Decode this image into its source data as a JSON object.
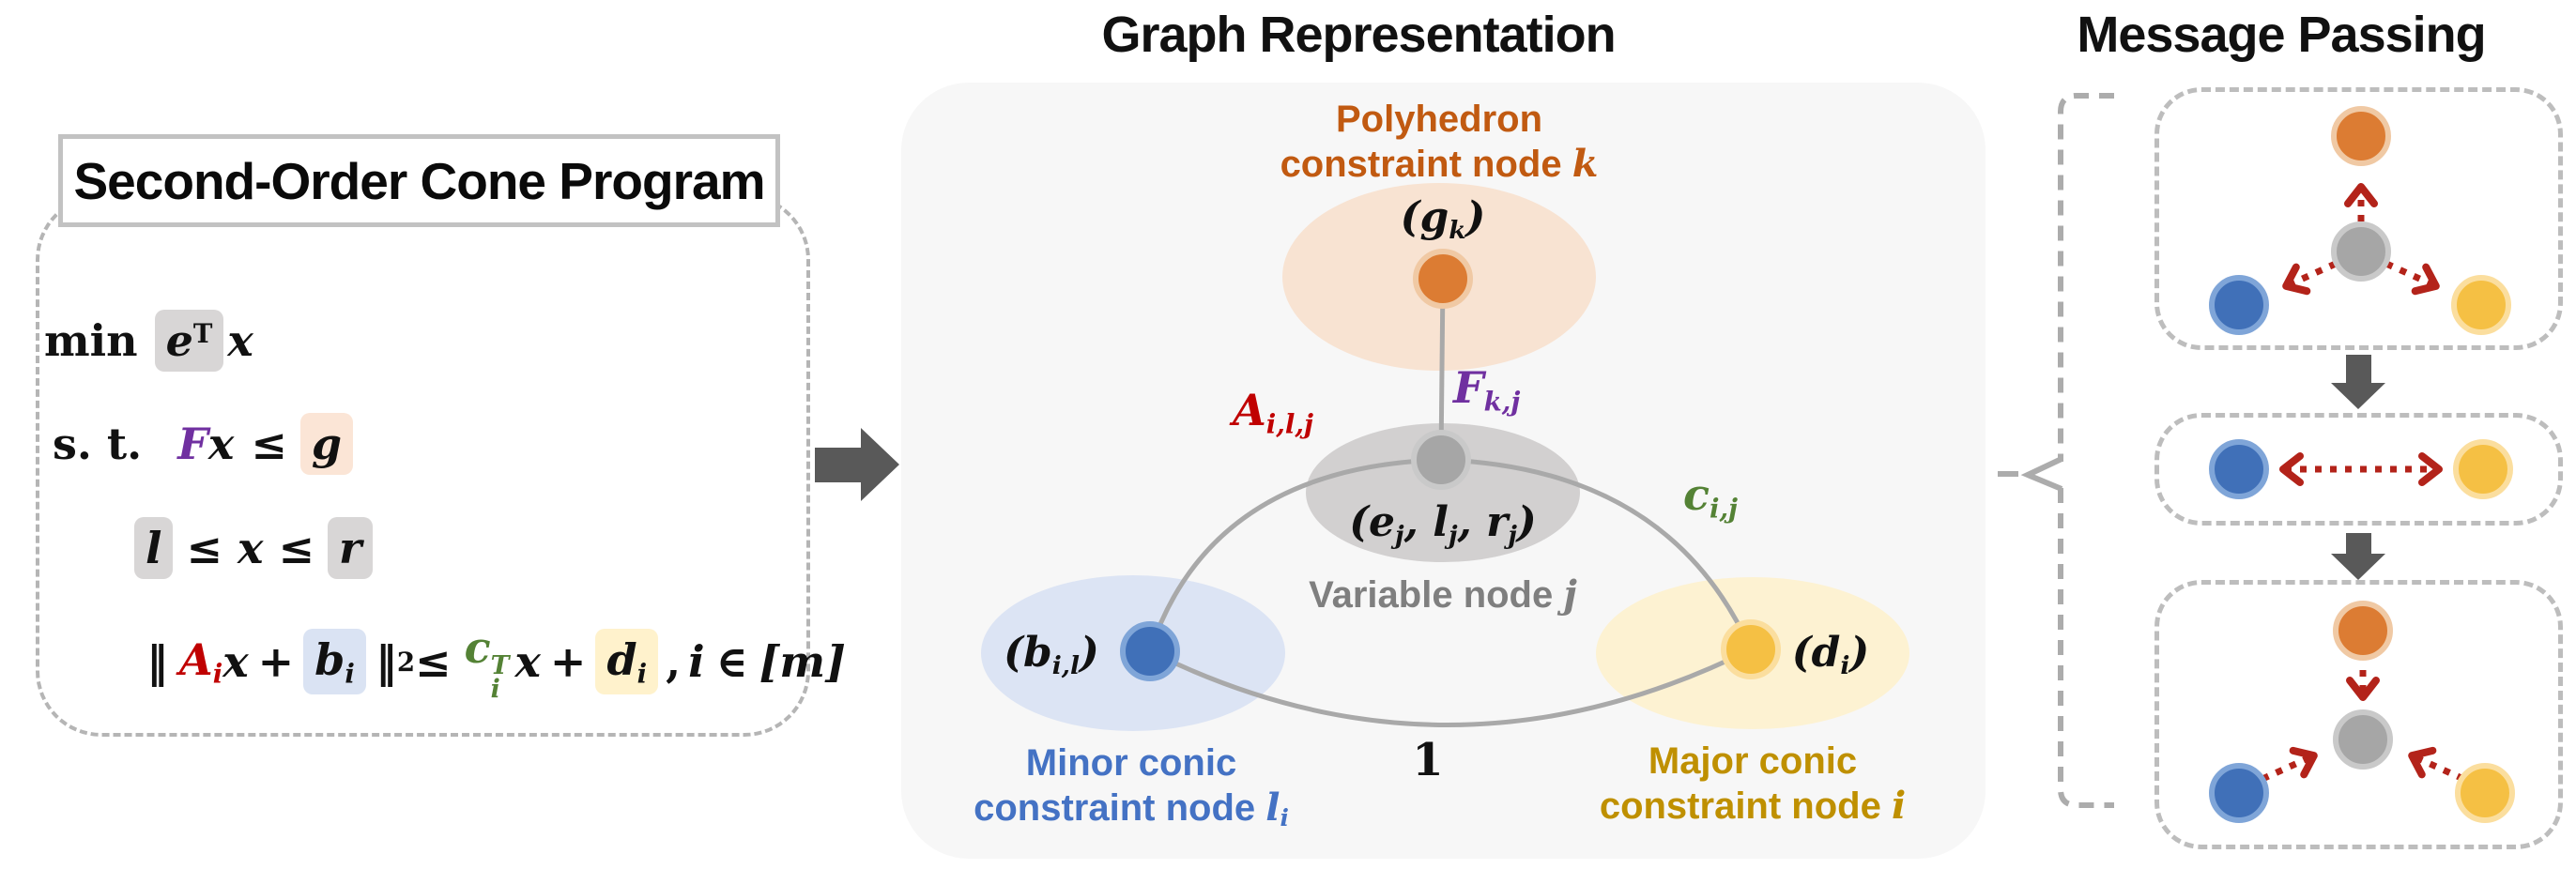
{
  "palette": {
    "orange_node": "#DC7C33",
    "orange_ring": "#F0C9A4",
    "orange_ellipse": "#F8E3D2",
    "orange_text": "#C15A11",
    "gray_node": "#A6A6A6",
    "gray_ring": "#C9C9C9",
    "gray_ellipse": "#D2D0D0",
    "gray_text": "#7F7F7F",
    "blue_node": "#4070B8",
    "blue_ring": "#7FA5D8",
    "blue_ellipse": "#DCE4F4",
    "blue_text": "#4472C4",
    "yellow_node": "#F5C044",
    "yellow_ring": "#FBDE9E",
    "yellow_ellipse": "#FDF2D2",
    "yellow_text": "#BF9000",
    "red_arrow": "#B3231A",
    "dark_arrow": "#595959",
    "edge_gray": "#A9A9A9",
    "dash_gray": "#B5B5B5",
    "purple": "#7030A0",
    "dark_red": "#C00000",
    "green": "#548235",
    "panel_bg": "#F7F7F7",
    "hl_gray": "#D8D6D6",
    "hl_peach": "#FBE5D6",
    "hl_blue": "#DAE3F3",
    "hl_yellow": "#FFF2CC"
  },
  "socp": {
    "title": "Second-Order Cone Program",
    "obj": {
      "min": "min",
      "e": "e",
      "T": "T",
      "x": "x"
    },
    "c1": {
      "st": "s. t.",
      "F": "F",
      "x": "x",
      "le": "≤",
      "g": "g"
    },
    "c2": {
      "l": "l",
      "le1": "≤",
      "x": "x",
      "le2": "≤",
      "r": "r"
    },
    "c3": {
      "bar1": "‖",
      "A": "A",
      "Ai": "i",
      "x1": "x",
      "plus1": "+",
      "b": "b",
      "bi": "i",
      "bar2": "‖",
      "two": "2",
      "le": "≤",
      "c": "c",
      "cT": "T",
      "ci": "i",
      "x2": "x",
      "plus2": "+",
      "d": "d",
      "di": "i",
      "comma": ",",
      "i": "i",
      "elem": "∈",
      "m": "[m]"
    }
  },
  "graph": {
    "title": "Graph Representation",
    "polyhedron": {
      "line1": "Polyhedron",
      "line2": "constraint node",
      "var": "k",
      "feat_open": "(g",
      "feat_sub": "k",
      "feat_close": ")"
    },
    "variable": {
      "label": "Variable node",
      "var": "j",
      "feat": [
        "(e",
        "j",
        ", l",
        "j",
        ", r",
        "j",
        ")"
      ]
    },
    "minor": {
      "line1": "Minor conic",
      "line2": "constraint node",
      "var": "l",
      "var_sub": "i",
      "feat_open": "(b",
      "feat_sub": "i,l",
      "feat_close": ")"
    },
    "major": {
      "line1": "Major conic",
      "line2": "constraint node",
      "var": "i",
      "feat_open": "(d",
      "feat_sub": "i",
      "feat_close": ")"
    },
    "edges": {
      "F": "F",
      "F_sub": "k,j",
      "A": "A",
      "A_sub": "i,l,j",
      "c": "c",
      "c_sub": "i,j",
      "one": "1"
    }
  },
  "message_passing": {
    "title": "Message Passing"
  }
}
